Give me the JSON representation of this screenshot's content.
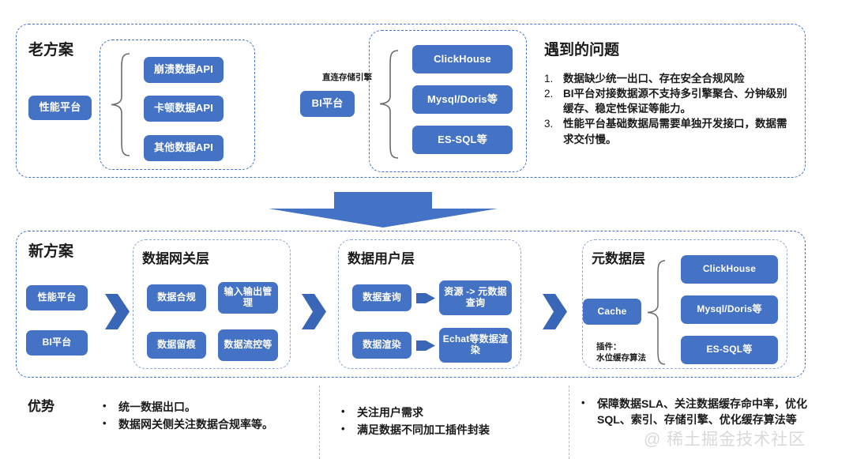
{
  "colors": {
    "accent": "#4472C4",
    "dashed_border": "#4472C4",
    "dashed_border_grey": "#8fa6cf",
    "box_text": "#ffffff",
    "text": "#1a1a1a",
    "watermark": "#d9d9d9"
  },
  "old_section": {
    "title": "老方案",
    "platform_box": "性能平台",
    "api_boxes": [
      "崩溃数据API",
      "卡顿数据API",
      "其他数据API"
    ],
    "direct_label": "直连存储引擎",
    "bi_box": "BI平台",
    "engine_boxes": [
      "ClickHouse",
      "Mysql/Doris等",
      "ES-SQL等"
    ],
    "problems": {
      "title": "遇到的问题",
      "items": [
        {
          "num": "1.",
          "text": "数据缺少统一出口、存在安全合规风险"
        },
        {
          "num": "2.",
          "text": "BI平台对接数据源不支持多引擎聚合、分钟级别缓存、稳定性保证等能力。"
        },
        {
          "num": "3.",
          "text": "性能平台基础数据局需要单独开发接口，数据需求交付慢。"
        }
      ]
    }
  },
  "new_section": {
    "title": "新方案",
    "source_boxes": [
      "性能平台",
      "BI平台"
    ],
    "gateway": {
      "title": "数据网关层",
      "boxes": [
        "数据合规",
        "输入输出管理",
        "数据留痕",
        "数据流控等"
      ]
    },
    "user_layer": {
      "title": "数据用户层",
      "rows": [
        {
          "left": "数据查询",
          "right": "资源 -> 元数据 查询"
        },
        {
          "left": "数据渲染",
          "right": "Echat等数据渲染"
        }
      ]
    },
    "meta_layer": {
      "title": "元数据层",
      "cache_box": "Cache",
      "plugin_label_line1": "插件：",
      "plugin_label_line2": "水位缓存算法",
      "engine_boxes": [
        "ClickHouse",
        "Mysql/Doris等",
        "ES-SQL等"
      ]
    }
  },
  "advantages": {
    "title": "优势",
    "columns": [
      {
        "items": [
          "统一数据出口。",
          "数据网关侧关注数据合规率等。"
        ]
      },
      {
        "items": [
          "关注用户需求",
          "满足数据不同加工插件封装"
        ]
      },
      {
        "items": [
          "保障数据SLA、关注数据缓存命中率，优化SQL、索引、存储引擎、优化缓存算法等"
        ]
      }
    ]
  },
  "watermark": "@ 稀土掘金技术社区"
}
